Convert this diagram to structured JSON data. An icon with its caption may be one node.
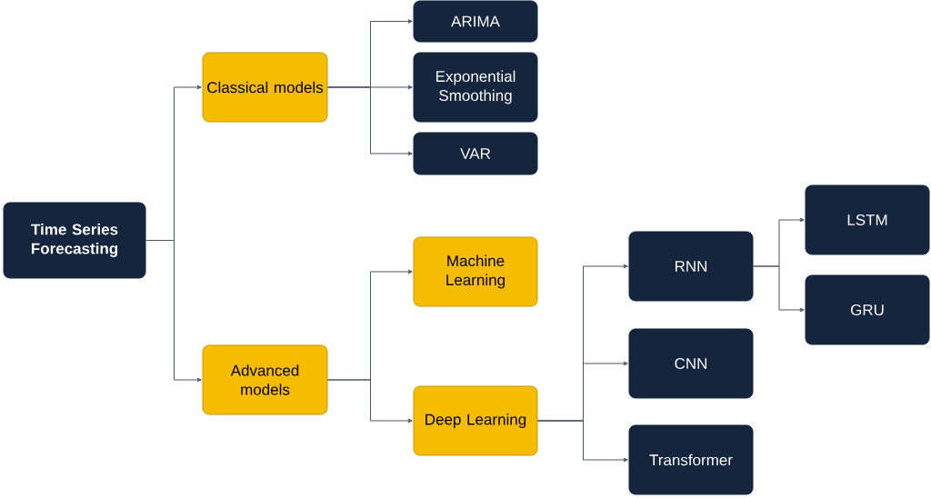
{
  "diagram": {
    "nodes": [
      {
        "text": [
          "Time Series Forecasting"
        ]
      },
      {
        "text": [
          "Classical models"
        ]
      },
      {
        "text": [
          "Advanced models"
        ]
      },
      {
        "text": [
          "ARIMA"
        ]
      },
      {
        "text": [
          "Exponential Smoothing"
        ]
      },
      {
        "text": [
          "VAR"
        ]
      },
      {
        "text": [
          "Machine Learning"
        ]
      },
      {
        "text": [
          "Deep Learning"
        ]
      },
      {
        "text": [
          "RNN"
        ]
      },
      {
        "text": [
          "CNN"
        ]
      },
      {
        "text": [
          "Transformer"
        ]
      },
      {
        "text": [
          "LSTM"
        ]
      },
      {
        "text": [
          "GRU"
        ]
      }
    ],
    "edges": [
      {
        "from": 0,
        "to": 1,
        "arrow": "to"
      },
      {
        "from": 0,
        "to": 2,
        "arrow": "to"
      },
      {
        "from": 1,
        "to": 3,
        "arrow": "to"
      },
      {
        "from": 1,
        "to": 4,
        "arrow": "to"
      },
      {
        "from": 1,
        "to": 5,
        "arrow": "to"
      },
      {
        "from": 2,
        "to": 6,
        "arrow": "to"
      },
      {
        "from": 2,
        "to": 7,
        "arrow": "to"
      },
      {
        "from": 7,
        "to": 8,
        "arrow": "to"
      },
      {
        "from": 7,
        "to": 9,
        "arrow": "to"
      },
      {
        "from": 7,
        "to": 10,
        "arrow": "to"
      },
      {
        "from": 8,
        "to": 11,
        "arrow": "to"
      },
      {
        "from": 8,
        "to": 12,
        "arrow": "to"
      }
    ]
  }
}
